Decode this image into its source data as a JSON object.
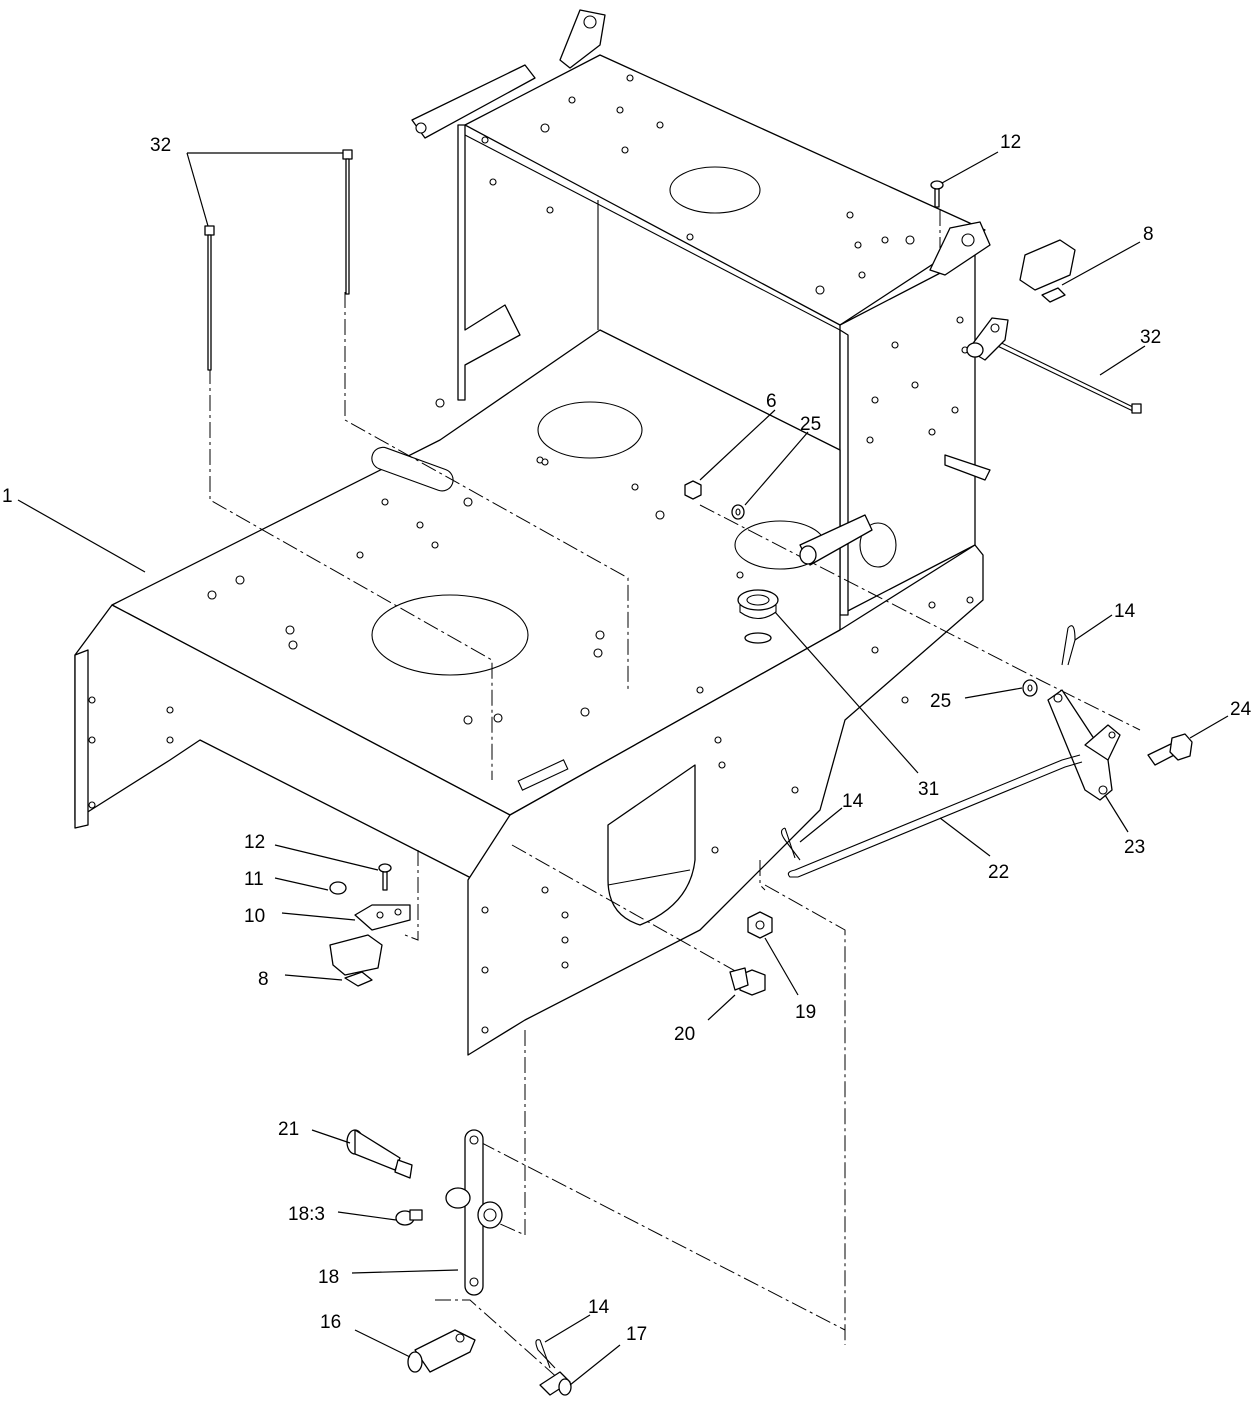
{
  "diagram": {
    "callouts": [
      {
        "id": "c-32a",
        "label": "32"
      },
      {
        "id": "c-12a",
        "label": "12"
      },
      {
        "id": "c-8a",
        "label": "8"
      },
      {
        "id": "c-32b",
        "label": "32"
      },
      {
        "id": "c-1",
        "label": "1"
      },
      {
        "id": "c-6",
        "label": "6"
      },
      {
        "id": "c-25a",
        "label": "25"
      },
      {
        "id": "c-14a",
        "label": "14"
      },
      {
        "id": "c-24",
        "label": "24"
      },
      {
        "id": "c-25b",
        "label": "25"
      },
      {
        "id": "c-31",
        "label": "31"
      },
      {
        "id": "c-23",
        "label": "23"
      },
      {
        "id": "c-14b",
        "label": "14"
      },
      {
        "id": "c-22",
        "label": "22"
      },
      {
        "id": "c-12b",
        "label": "12"
      },
      {
        "id": "c-11",
        "label": "11"
      },
      {
        "id": "c-10",
        "label": "10"
      },
      {
        "id": "c-8b",
        "label": "8"
      },
      {
        "id": "c-19",
        "label": "19"
      },
      {
        "id": "c-20",
        "label": "20"
      },
      {
        "id": "c-21",
        "label": "21"
      },
      {
        "id": "c-18-3",
        "label": "18:3"
      },
      {
        "id": "c-18",
        "label": "18"
      },
      {
        "id": "c-14c",
        "label": "14"
      },
      {
        "id": "c-16",
        "label": "16"
      },
      {
        "id": "c-17",
        "label": "17"
      }
    ]
  }
}
